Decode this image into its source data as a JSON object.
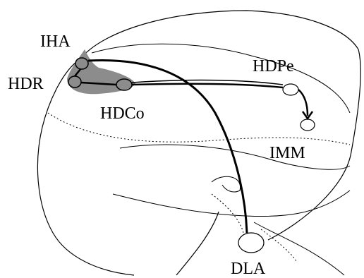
{
  "labels": {
    "iha": "IHA",
    "hdr": "HDR",
    "hdco": "HDCo",
    "hdpe": "HDPe",
    "imm": "IMM",
    "dla": "DLA"
  },
  "colors": {
    "outline": "#000000",
    "shaded_region": "#8c8c8c",
    "background": "#ffffff"
  }
}
